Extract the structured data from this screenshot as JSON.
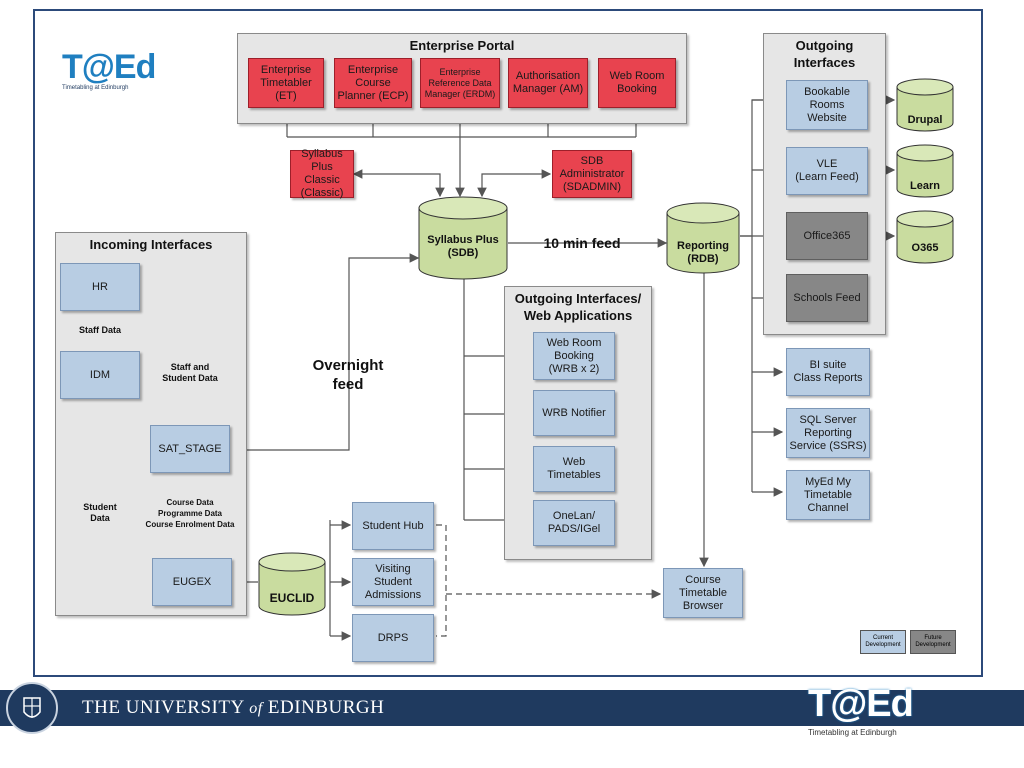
{
  "brand": {
    "logo_text": "T@Ed",
    "tagline": "Timetabling at Edinburgh"
  },
  "groups": {
    "enterprise_portal": "Enterprise Portal",
    "outgoing_interfaces": "Outgoing\nInterfaces",
    "incoming_interfaces": "Incoming Interfaces",
    "outgoing_web": "Outgoing Interfaces/\nWeb Applications"
  },
  "portal_boxes": {
    "et": "Enterprise\nTimetabler\n(ET)",
    "ecp": "Enterprise\nCourse\nPlanner (ECP)",
    "erdm": "Enterprise\nReference Data\nManager (ERDM)",
    "am": "Authorisation\nManager (AM)",
    "wrb": "Web Room\nBooking"
  },
  "side_red": {
    "classic": "Syllabus Plus\nClassic\n(Classic)",
    "sdadmin": "SDB\nAdministrator\n(SDADMIN)"
  },
  "databases": {
    "sdb": "Syllabus Plus\n(SDB)",
    "rdb": "Reporting\n(RDB)",
    "euclid": "EUCLID",
    "drupal": "Drupal",
    "learn": "Learn",
    "o365": "O365"
  },
  "labels": {
    "ten_min_feed": "10 min feed",
    "overnight_feed": "Overnight\nfeed",
    "staff_data": "Staff Data",
    "staff_student_data": "Staff and\nStudent Data",
    "student_data": "Student\nData",
    "course_data": "Course Data\nProgramme Data\nCourse Enrolment Data"
  },
  "incoming": {
    "hr": "HR",
    "idm": "IDM",
    "sat_stage": "SAT_STAGE",
    "eugex": "EUGEX"
  },
  "outgoing_boxes": {
    "bookable": "Bookable\nRooms\nWebsite",
    "vle": "VLE\n(Learn Feed)",
    "office365": "Office365",
    "schools": "Schools Feed"
  },
  "web_apps": {
    "wrb2": "Web Room\nBooking\n(WRB x 2)",
    "notifier": "WRB Notifier",
    "webtt": "Web\nTimetables",
    "onelan": "OneLan/\nPADS/IGel"
  },
  "reports": {
    "bi": "BI suite\nClass Reports",
    "ssrs": "SQL Server\nReporting\nService (SSRS)",
    "myed": "MyEd My\nTimetable\nChannel"
  },
  "euclid_apps": {
    "student_hub": "Student Hub",
    "visiting": "Visiting\nStudent\nAdmissions",
    "drps": "DRPS",
    "course_browser": "Course\nTimetable\nBrowser"
  },
  "legend": {
    "current": "Current\nDevelopment",
    "future": "Future\nDevelopment"
  },
  "footer": {
    "uni_the": "THE UNIVERSITY",
    "uni_of": "of",
    "uni_edinburgh": "EDINBURGH"
  },
  "colors": {
    "red": "#e8434f",
    "blue": "#b8cde3",
    "gray": "#878787",
    "cylinder": "#c9dc9f",
    "footer": "#1f3a5f",
    "logo_blue": "#1f7fc0"
  }
}
